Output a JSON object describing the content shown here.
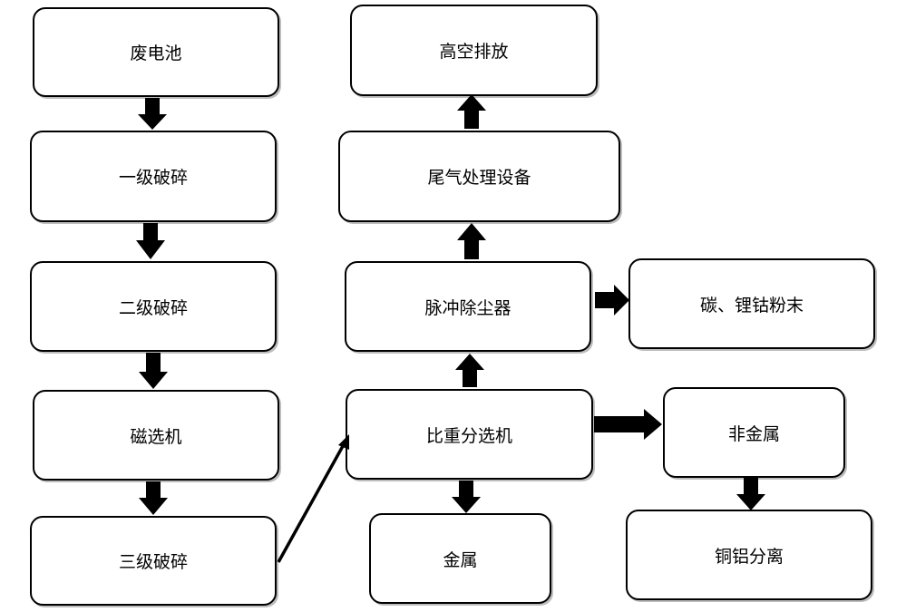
{
  "nodes": {
    "waste_battery": "废电池",
    "primary_crush": "一级破碎",
    "secondary_crush": "二级破碎",
    "magnetic_separator": "磁选机",
    "tertiary_crush": "三级破碎",
    "high_altitude_emission": "高空排放",
    "exhaust_treatment": "尾气处理设备",
    "pulse_dust_collector": "脉冲除尘器",
    "carbon_lithium_cobalt_powder": "碳、锂钴粉末",
    "gravity_separator": "比重分选机",
    "metal": "金属",
    "non_metal": "非金属",
    "copper_aluminum_separation": "铜铝分离"
  },
  "colors": {
    "stroke": "#000000",
    "fill": "#ffffff",
    "shadow": "#bdbdbd"
  }
}
